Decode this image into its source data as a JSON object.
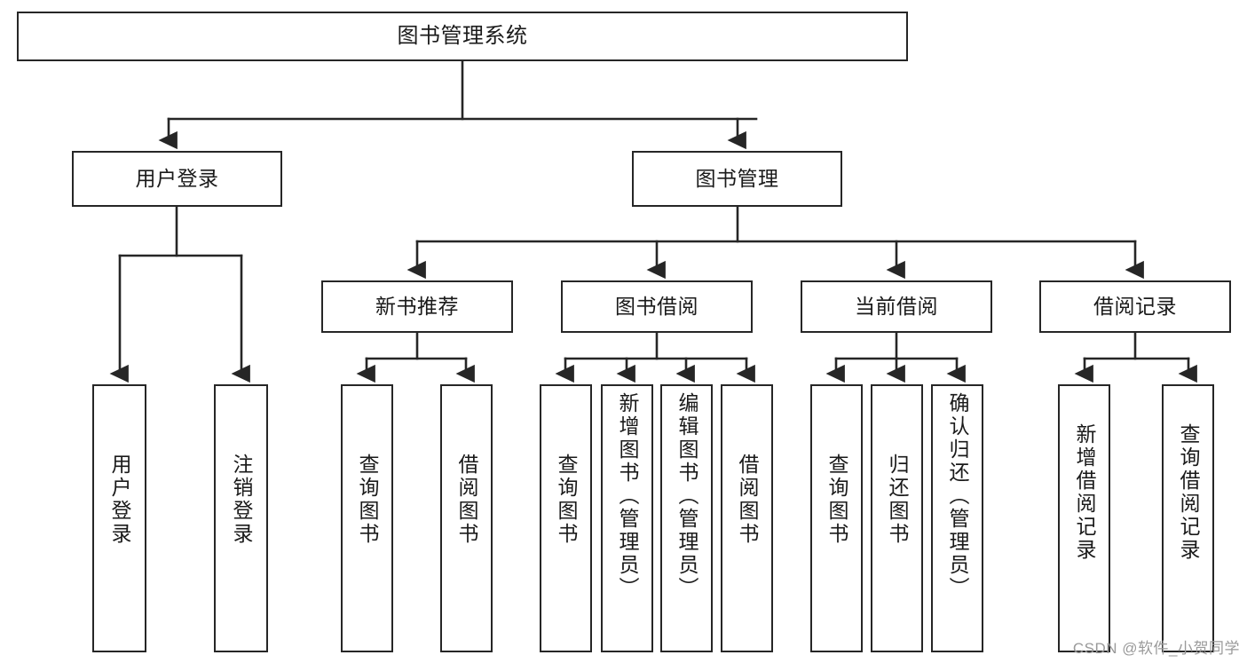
{
  "diagram": {
    "title": "图书管理系统",
    "type": "function-structure-tree",
    "stroke_color": "#262626",
    "text_color": "#1a1a1a",
    "background_color": "#ffffff",
    "watermark": "CSDN @软件_小贺同学",
    "levels": [
      {
        "level": 1,
        "nodes": [
          {
            "id": "root",
            "label": "图书管理系统"
          }
        ]
      },
      {
        "level": 2,
        "nodes": [
          {
            "id": "user-login",
            "label": "用户登录",
            "parent": "root"
          },
          {
            "id": "book-manage",
            "label": "图书管理",
            "parent": "root"
          }
        ]
      },
      {
        "level": 3,
        "nodes": [
          {
            "id": "new-book-rec",
            "label": "新书推荐",
            "parent": "book-manage"
          },
          {
            "id": "book-borrow",
            "label": "图书借阅",
            "parent": "book-manage"
          },
          {
            "id": "current-borrow",
            "label": "当前借阅",
            "parent": "book-manage"
          },
          {
            "id": "borrow-record",
            "label": "借阅记录",
            "parent": "book-manage"
          }
        ]
      },
      {
        "level": 4,
        "nodes": [
          {
            "id": "leaf-user-login",
            "label": "用户登录",
            "parent": "user-login"
          },
          {
            "id": "leaf-user-logout",
            "label": "注销登录",
            "parent": "user-login"
          },
          {
            "id": "leaf-query-book-1",
            "label": "查询图书",
            "parent": "new-book-rec"
          },
          {
            "id": "leaf-borrow-book-1",
            "label": "借阅图书",
            "parent": "new-book-rec"
          },
          {
            "id": "leaf-query-book-2",
            "label": "查询图书",
            "parent": "book-borrow"
          },
          {
            "id": "leaf-add-book",
            "label": "新增图书（管理员）",
            "parent": "book-borrow"
          },
          {
            "id": "leaf-edit-book",
            "label": "编辑图书（管理员）",
            "parent": "book-borrow"
          },
          {
            "id": "leaf-borrow-book-2",
            "label": "借阅图书",
            "parent": "book-borrow"
          },
          {
            "id": "leaf-query-book-3",
            "label": "查询图书",
            "parent": "current-borrow"
          },
          {
            "id": "leaf-return-book",
            "label": "归还图书",
            "parent": "current-borrow"
          },
          {
            "id": "leaf-confirm-return",
            "label": "确认归还（管理员）",
            "parent": "current-borrow"
          },
          {
            "id": "leaf-add-record",
            "label": "新增借阅记录",
            "parent": "borrow-record"
          },
          {
            "id": "leaf-query-record",
            "label": "查询借阅记录",
            "parent": "borrow-record"
          }
        ]
      }
    ]
  }
}
